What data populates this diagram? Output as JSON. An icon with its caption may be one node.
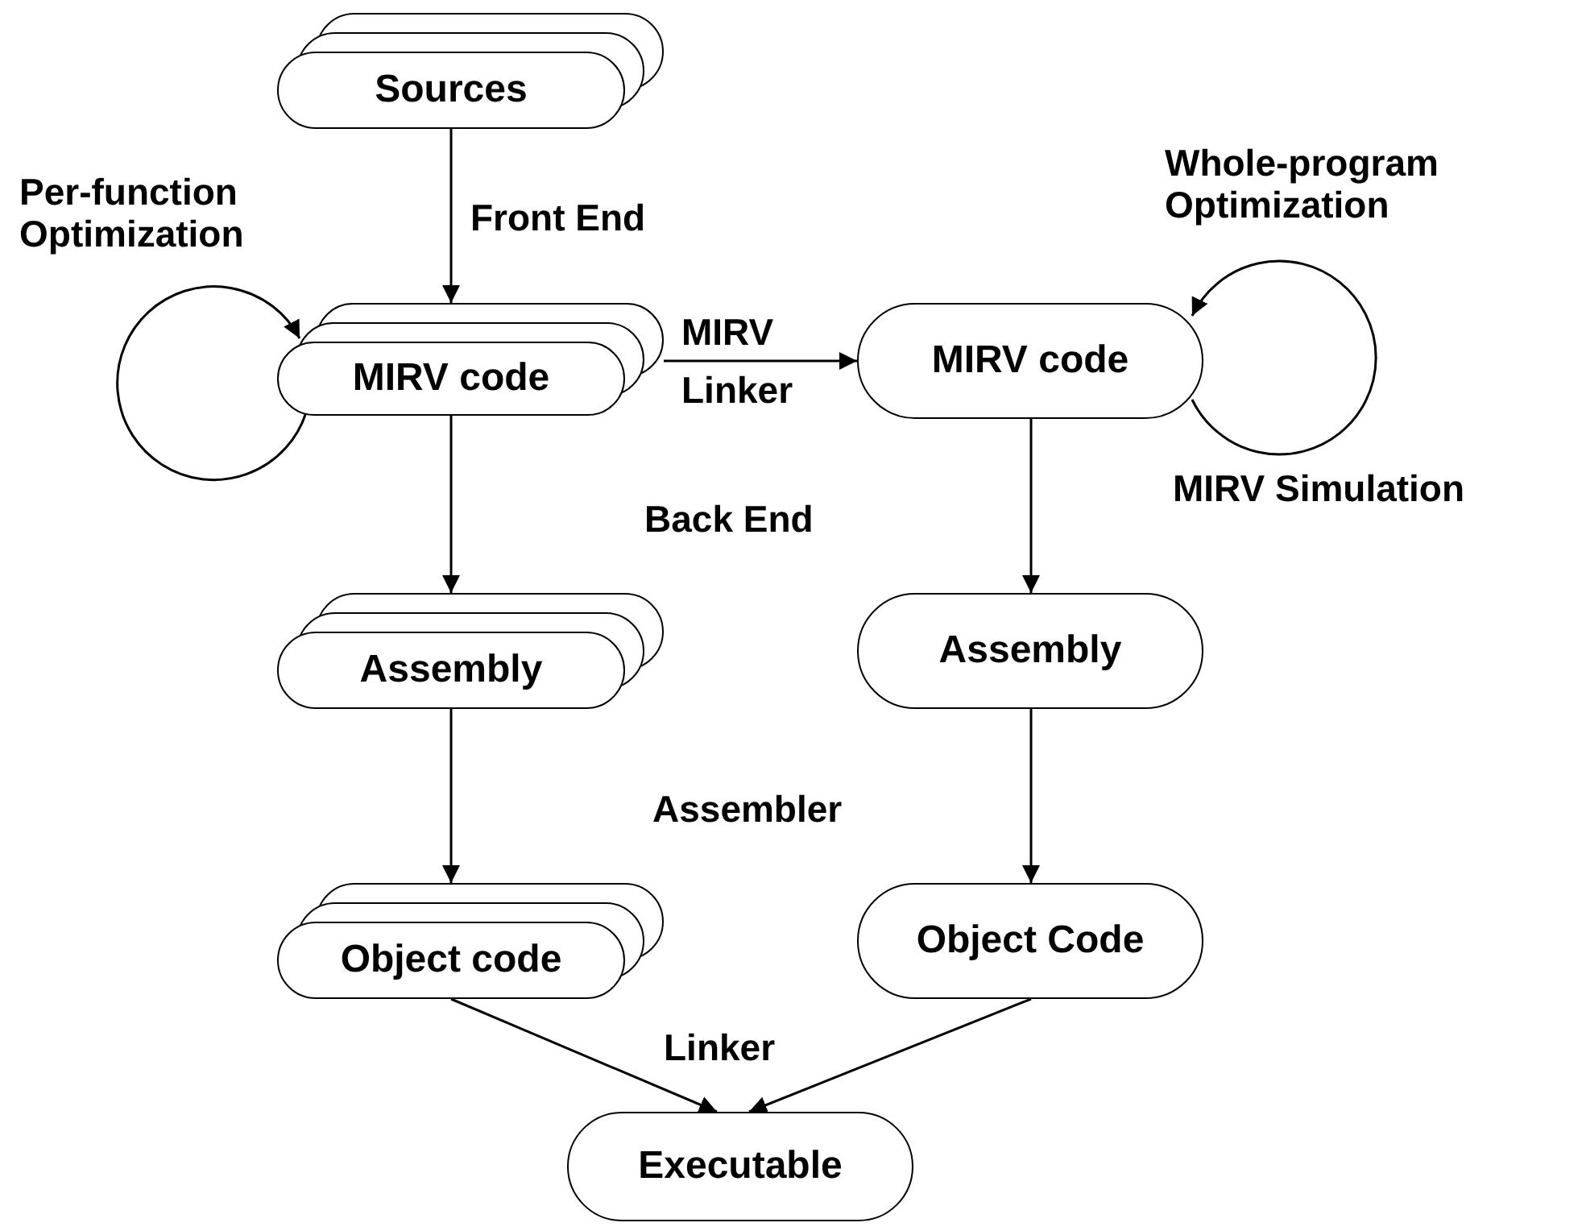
{
  "diagram": {
    "nodes": [
      {
        "text": [
          "Sources"
        ]
      },
      {
        "text": [
          "MIRV code"
        ]
      },
      {
        "text": [
          "MIRV code"
        ]
      },
      {
        "text": [
          "Assembly"
        ]
      },
      {
        "text": [
          "Assembly"
        ]
      },
      {
        "text": [
          "Object code"
        ]
      },
      {
        "text": [
          "Object Code"
        ]
      },
      {
        "text": [
          "Executable"
        ]
      }
    ],
    "edges": [
      {
        "from": 0,
        "to": 1,
        "arrow": "to",
        "label": "Front End"
      },
      {
        "from": 1,
        "to": 2,
        "arrow": "to",
        "label": "MIRV Linker"
      },
      {
        "from": 1,
        "to": 1,
        "arrow": "to",
        "label": "Per-function Optimization"
      },
      {
        "from": 2,
        "to": 2,
        "arrow": "to",
        "label": "Whole-program Optimization"
      },
      {
        "from": 1,
        "to": 3,
        "arrow": "to"
      },
      {
        "from": 2,
        "to": 4,
        "arrow": "to"
      },
      {
        "from": 3,
        "to": 5,
        "arrow": "to"
      },
      {
        "from": 4,
        "to": 6,
        "arrow": "to"
      },
      {
        "from": 5,
        "to": 7,
        "arrow": "to"
      },
      {
        "from": 6,
        "to": 7,
        "arrow": "to"
      }
    ],
    "labels": [
      "MIRV Simulation",
      "Back End",
      "Assembler",
      "Linker"
    ]
  }
}
